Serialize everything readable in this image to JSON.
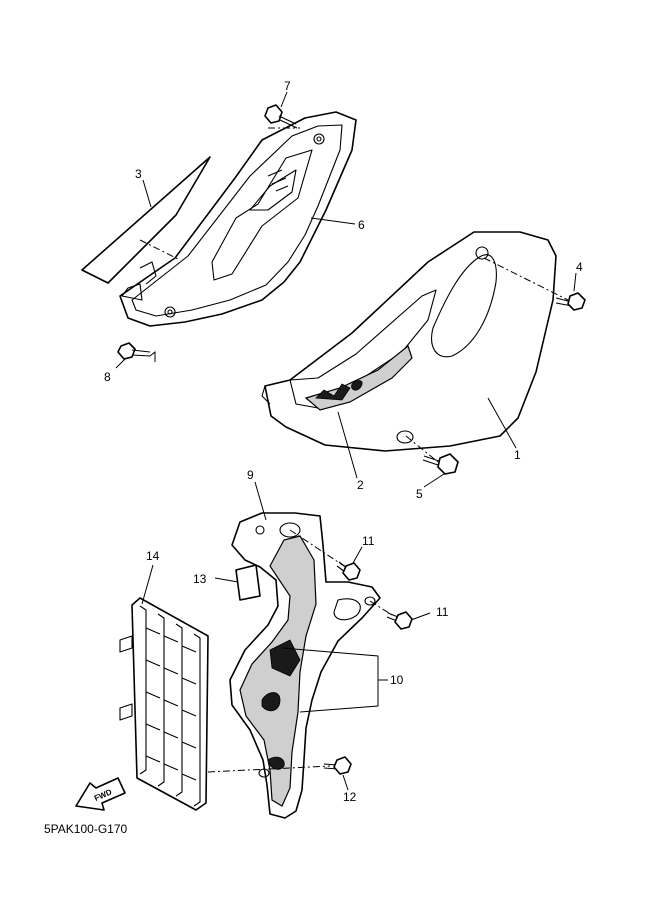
{
  "diagram_code": "5PAK100-G170",
  "fwd_label": "FWD",
  "callouts": {
    "c1": "1",
    "c2": "2",
    "c3": "3",
    "c4": "4",
    "c5": "5",
    "c6": "6",
    "c7": "7",
    "c8": "8",
    "c9": "9",
    "c10": "10",
    "c11a": "11",
    "c11b": "11",
    "c12": "12",
    "c13": "13",
    "c14": "14"
  }
}
